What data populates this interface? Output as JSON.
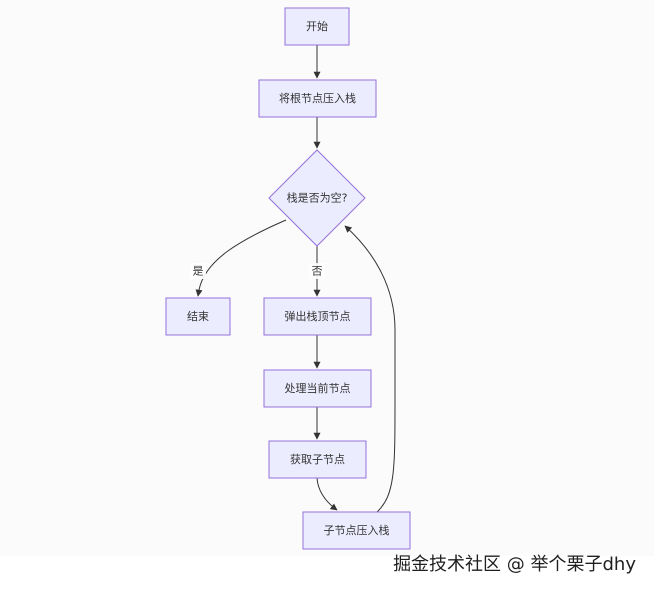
{
  "diagram": {
    "nodes": [
      {
        "id": "start",
        "label": "开始",
        "shape": "rect"
      },
      {
        "id": "push_root",
        "label": "将根节点压入栈",
        "shape": "rect"
      },
      {
        "id": "check_empty",
        "label": "栈是否为空?",
        "shape": "diamond"
      },
      {
        "id": "end",
        "label": "结束",
        "shape": "rect"
      },
      {
        "id": "pop_top",
        "label": "弹出栈顶节点",
        "shape": "rect"
      },
      {
        "id": "process",
        "label": "处理当前节点",
        "shape": "rect"
      },
      {
        "id": "get_children",
        "label": "获取子节点",
        "shape": "rect"
      },
      {
        "id": "push_children",
        "label": "子节点压入栈",
        "shape": "rect"
      }
    ],
    "edges": [
      {
        "from": "start",
        "to": "push_root",
        "label": ""
      },
      {
        "from": "push_root",
        "to": "check_empty",
        "label": ""
      },
      {
        "from": "check_empty",
        "to": "end",
        "label": "是"
      },
      {
        "from": "check_empty",
        "to": "pop_top",
        "label": "否"
      },
      {
        "from": "pop_top",
        "to": "process",
        "label": ""
      },
      {
        "from": "process",
        "to": "get_children",
        "label": ""
      },
      {
        "from": "get_children",
        "to": "push_children",
        "label": ""
      },
      {
        "from": "push_children",
        "to": "check_empty",
        "label": ""
      }
    ],
    "colors": {
      "node_fill": "#ECECFF",
      "node_stroke": "#9370DB",
      "edge": "#333333"
    }
  },
  "watermark": {
    "text": "掘金技术社区 @ 举个栗子dhy"
  }
}
